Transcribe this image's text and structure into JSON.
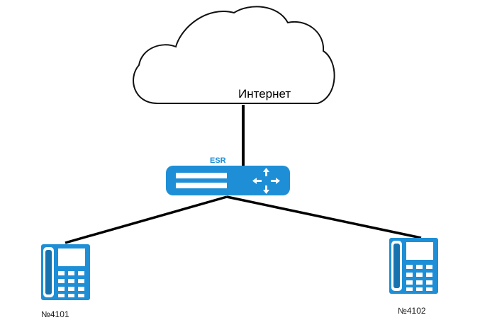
{
  "internet": {
    "label": "Интернет",
    "icon": "cloud-icon"
  },
  "router": {
    "label": "ESR",
    "icon": "router-icon",
    "color": "#1e8fd6"
  },
  "phones": [
    {
      "label": "№4101",
      "icon": "ip-phone-icon"
    },
    {
      "label": "№4102",
      "icon": "ip-phone-icon"
    }
  ],
  "colors": {
    "device_blue": "#1e8fd6",
    "device_dark": "#1772b0",
    "link": "#000000"
  }
}
